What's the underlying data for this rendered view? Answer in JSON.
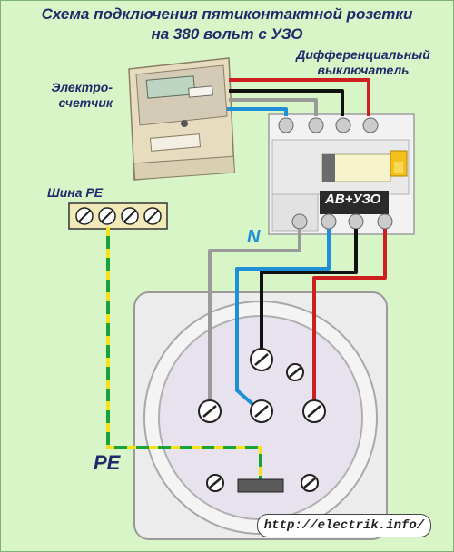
{
  "title": {
    "line1": "Схема подключения пятиконтактной розетки",
    "line2": "на 380 вольт с УЗО"
  },
  "labels": {
    "meter": "Электро-\nсчетчик",
    "meter_line1": "Электро-",
    "meter_line2": "счетчик",
    "rcd_line1": "Дифференциальный",
    "rcd_line2": "выключатель",
    "pe_bus": "Шина PE",
    "neutral": "N",
    "device": "АВ+УЗО",
    "pe": "PE"
  },
  "website": "http://electrik.info/",
  "colors": {
    "background": "#d8f5c8",
    "wire_black": "#111111",
    "wire_red": "#cc1f1f",
    "wire_blue": "#1f8fd6",
    "wire_gray": "#9a9a9a",
    "wire_pe_green": "#1aa33a",
    "wire_pe_yellow": "#f5e11a",
    "title_text": "#1e2a6a"
  }
}
